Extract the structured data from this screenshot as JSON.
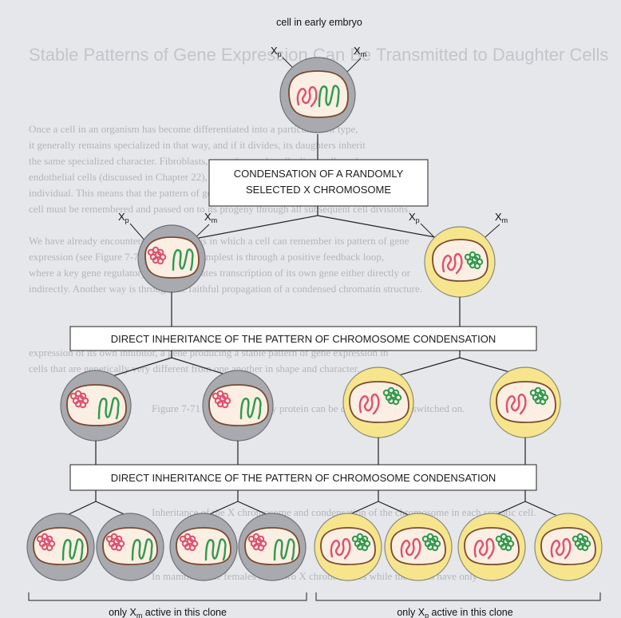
{
  "background_text": {
    "heading": "Stable Patterns of Gene Expression Can Be Transmitted to Daughter Cells",
    "lines": [
      "Once a cell in an organism has become differentiated into a particular cell type,",
      "it generally remains specialized in that way, and if it divides, its daughters inherit",
      "the same specialized character. Fibroblasts, smooth muscle cells, liver cells and",
      "endothelial cells (discussed in Chapter 22), for example, divide many times in the life of the",
      "individual. This means that the pattern of gene expression specific to a differentiated",
      "cell must be remembered and passed on to its progeny through all subsequent cell divisions.",
      "We have already encountered several ways in which a cell can remember its pattern of gene",
      "expression (see Figure 7-70). One of the simplest is through a positive feedback loop,",
      "where a key gene regulatory protein activates transcription of its own gene either directly or",
      "indirectly. Another way is through the faithful propagation of a condensed chromatin structure.",
      "expression of its own inhibitor, a gene producing a stable pattern of gene expression in",
      "cells that are genetically very different from one another in shape and character.",
      "Figure 7-71 A gene regulatory protein can be developmentally switched on.",
      "Inheritance of the X chromosome and condensation of the chromosome in each somatic cell.",
      "In mammals, the females have two X chromosomes while the males have only one."
    ]
  },
  "diagram": {
    "top_label": "cell in early embryo",
    "xp_label": "X",
    "xp_sub": "p",
    "xm_label": "X",
    "xm_sub": "m",
    "box1_line1": "CONDENSATION OF A RANDOMLY",
    "box1_line2": "SELECTED X CHROMOSOME",
    "box2_text": "DIRECT INHERITANCE OF THE PATTERN OF CHROMOSOME CONDENSATION",
    "box3_text": "DIRECT INHERITANCE OF THE PATTERN OF CHROMOSOME CONDENSATION",
    "caption_left": "only X",
    "caption_left_sub": "m",
    "caption_left_rest": " active in this clone",
    "caption_right": "only X",
    "caption_right_sub": "p",
    "caption_right_rest": " active in this clone"
  },
  "colors": {
    "paternal_chromosome": "#e0506e",
    "maternal_chromosome": "#2e9a4e",
    "gray_cell": "#a8aaaf",
    "yellow_cell": "#f6e58d",
    "nucleus_fill": "#fbeee3",
    "nucleus_outline": "#7a4a30"
  }
}
